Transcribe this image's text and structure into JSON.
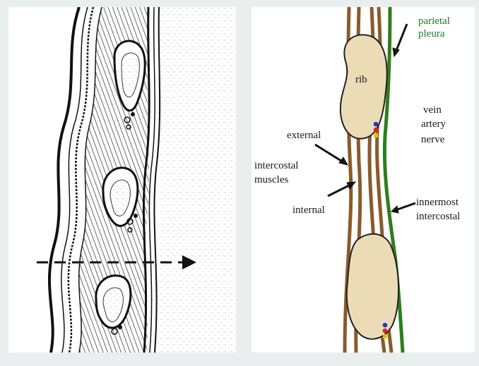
{
  "labels": {
    "rib": "rib",
    "parietal": "parietal",
    "pleura": "pleura",
    "vein": "vein",
    "artery": "artery",
    "nerve": "nerve",
    "external": "external",
    "intercostal_1": "intercostal",
    "muscles": "muscles",
    "internal": "internal",
    "innermost": "innermost",
    "intercostal_2": "intercostal"
  },
  "colors": {
    "muscle": "#8b5a2b",
    "pleura": "#2f7d1f",
    "rib_fill": "#ecdcb6",
    "vein": "#2233cc",
    "artery": "#dd2222",
    "nerve": "#e6c400",
    "stipple": "#c8c8c8"
  }
}
